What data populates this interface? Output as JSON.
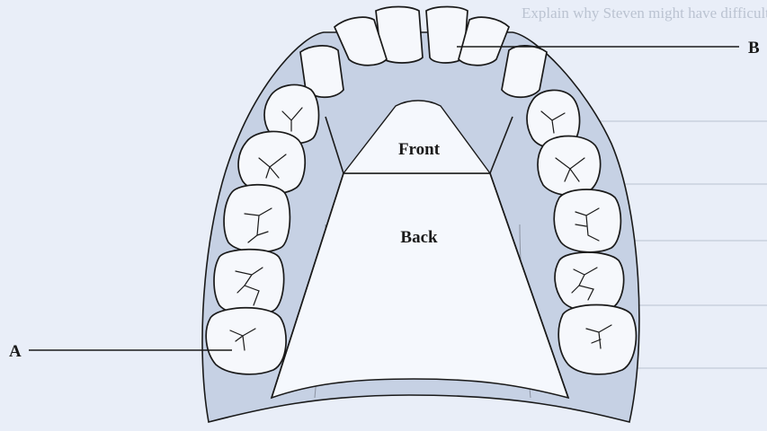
{
  "background_text": "Explain why Steven might have difficulty chewing as a toothless baby.",
  "labels": {
    "front": "Front",
    "back": "Back",
    "a": "A",
    "b": "B"
  },
  "colors": {
    "gum": "#c6d1e4",
    "palate": "#f5f8fd",
    "tooth": "#f6f8fc",
    "paper": "#e9eef8"
  }
}
